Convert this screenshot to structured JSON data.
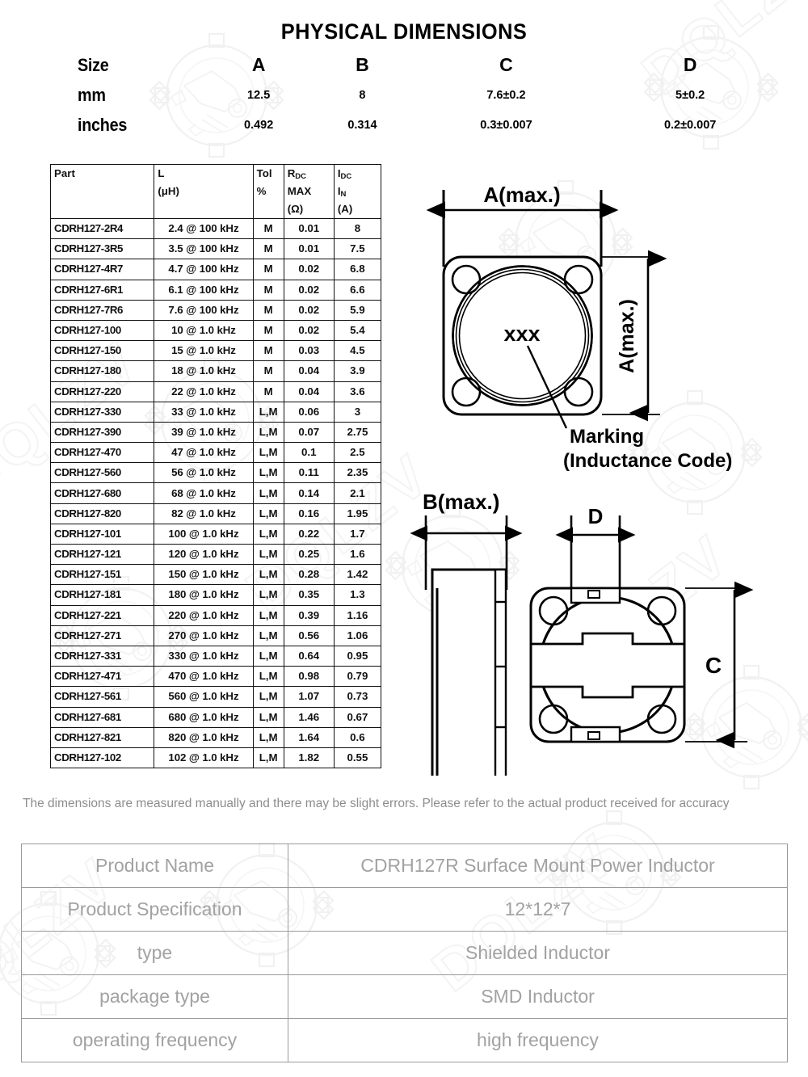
{
  "title": "PHYSICAL DIMENSIONS",
  "size_table": {
    "row_labels": [
      "Size",
      "mm",
      "inches"
    ],
    "columns": [
      "A",
      "B",
      "C",
      "D"
    ],
    "mm": [
      "12.5",
      "8",
      "7.6±0.2",
      "5±0.2"
    ],
    "inches": [
      "0.492",
      "0.314",
      "0.3±0.007",
      "0.2±0.007"
    ]
  },
  "parts_table": {
    "headers": {
      "part": [
        "Part",
        "",
        ""
      ],
      "l": [
        "L",
        "(μH)",
        ""
      ],
      "tol": [
        "Tol",
        "%",
        ""
      ],
      "rdc": [
        "RDC",
        "MAX",
        "(Ω)"
      ],
      "idc": [
        "IDC",
        "IN",
        "(A)"
      ]
    },
    "rows": [
      {
        "part": "CDRH127-2R4",
        "l": "2.4 @ 100 kHz",
        "tol": "M",
        "rdc": "0.01",
        "idc": "8"
      },
      {
        "part": "CDRH127-3R5",
        "l": "3.5 @ 100 kHz",
        "tol": "M",
        "rdc": "0.01",
        "idc": "7.5"
      },
      {
        "part": "CDRH127-4R7",
        "l": "4.7 @ 100 kHz",
        "tol": "M",
        "rdc": "0.02",
        "idc": "6.8"
      },
      {
        "part": "CDRH127-6R1",
        "l": "6.1 @ 100 kHz",
        "tol": "M",
        "rdc": "0.02",
        "idc": "6.6"
      },
      {
        "part": "CDRH127-7R6",
        "l": "7.6 @ 100 kHz",
        "tol": "M",
        "rdc": "0.02",
        "idc": "5.9"
      },
      {
        "part": "CDRH127-100",
        "l": "10 @ 1.0 kHz",
        "tol": "M",
        "rdc": "0.02",
        "idc": "5.4"
      },
      {
        "part": "CDRH127-150",
        "l": "15 @ 1.0 kHz",
        "tol": "M",
        "rdc": "0.03",
        "idc": "4.5"
      },
      {
        "part": "CDRH127-180",
        "l": "18 @ 1.0 kHz",
        "tol": "M",
        "rdc": "0.04",
        "idc": "3.9"
      },
      {
        "part": "CDRH127-220",
        "l": "22 @ 1.0 kHz",
        "tol": "M",
        "rdc": "0.04",
        "idc": "3.6"
      },
      {
        "part": "CDRH127-330",
        "l": "33 @ 1.0 kHz",
        "tol": "L,M",
        "rdc": "0.06",
        "idc": "3"
      },
      {
        "part": "CDRH127-390",
        "l": "39 @ 1.0 kHz",
        "tol": "L,M",
        "rdc": "0.07",
        "idc": "2.75"
      },
      {
        "part": "CDRH127-470",
        "l": "47 @ 1.0 kHz",
        "tol": "L,M",
        "rdc": "0.1",
        "idc": "2.5"
      },
      {
        "part": "CDRH127-560",
        "l": "56 @ 1.0 kHz",
        "tol": "L,M",
        "rdc": "0.11",
        "idc": "2.35"
      },
      {
        "part": "CDRH127-680",
        "l": "68 @ 1.0 kHz",
        "tol": "L,M",
        "rdc": "0.14",
        "idc": "2.1"
      },
      {
        "part": "CDRH127-820",
        "l": "82 @ 1.0 kHz",
        "tol": "L,M",
        "rdc": "0.16",
        "idc": "1.95"
      },
      {
        "part": "CDRH127-101",
        "l": "100 @ 1.0 kHz",
        "tol": "L,M",
        "rdc": "0.22",
        "idc": "1.7"
      },
      {
        "part": "CDRH127-121",
        "l": "120 @ 1.0 kHz",
        "tol": "L,M",
        "rdc": "0.25",
        "idc": "1.6"
      },
      {
        "part": "CDRH127-151",
        "l": "150 @ 1.0 kHz",
        "tol": "L,M",
        "rdc": "0.28",
        "idc": "1.42"
      },
      {
        "part": "CDRH127-181",
        "l": "180 @ 1.0 kHz",
        "tol": "L,M",
        "rdc": "0.35",
        "idc": "1.3"
      },
      {
        "part": "CDRH127-221",
        "l": "220 @ 1.0 kHz",
        "tol": "L,M",
        "rdc": "0.39",
        "idc": "1.16"
      },
      {
        "part": "CDRH127-271",
        "l": "270 @ 1.0 kHz",
        "tol": "L,M",
        "rdc": "0.56",
        "idc": "1.06"
      },
      {
        "part": "CDRH127-331",
        "l": "330 @ 1.0 kHz",
        "tol": "L,M",
        "rdc": "0.64",
        "idc": "0.95"
      },
      {
        "part": "CDRH127-471",
        "l": "470 @ 1.0 kHz",
        "tol": "L,M",
        "rdc": "0.98",
        "idc": "0.79"
      },
      {
        "part": "CDRH127-561",
        "l": "560 @ 1.0 kHz",
        "tol": "L,M",
        "rdc": "1.07",
        "idc": "0.73"
      },
      {
        "part": "CDRH127-681",
        "l": "680 @ 1.0 kHz",
        "tol": "L,M",
        "rdc": "1.46",
        "idc": "0.67"
      },
      {
        "part": "CDRH127-821",
        "l": "820 @ 1.0 kHz",
        "tol": "L,M",
        "rdc": "1.64",
        "idc": "0.6"
      },
      {
        "part": "CDRH127-102",
        "l": "102 @ 1.0 kHz",
        "tol": "L,M",
        "rdc": "1.82",
        "idc": "0.55"
      }
    ]
  },
  "drawings": {
    "top_view": {
      "width_dim": "A(max.)",
      "height_dim": "A(max.)",
      "marking_text": "xxx",
      "callout_line1": "Marking",
      "callout_line2": "(Inductance Code)"
    },
    "side_view": {
      "width_dim": "B(max.)"
    },
    "bottom_view": {
      "pad_dim": "D",
      "height_dim": "C"
    }
  },
  "disclaimer": "The dimensions are measured manually and there may be slight errors. Please refer to the actual product received for accuracy",
  "spec_table": {
    "rows": [
      {
        "key": "Product Name",
        "value": "CDRH127R Surface Mount Power Inductor"
      },
      {
        "key": "Product Specification",
        "value": "12*12*7"
      },
      {
        "key": "type",
        "value": "Shielded Inductor"
      },
      {
        "key": "package type",
        "value": "SMD Inductor"
      },
      {
        "key": "operating frequency",
        "value": "high frequency"
      }
    ]
  },
  "watermark": {
    "text": "DQLZV"
  }
}
